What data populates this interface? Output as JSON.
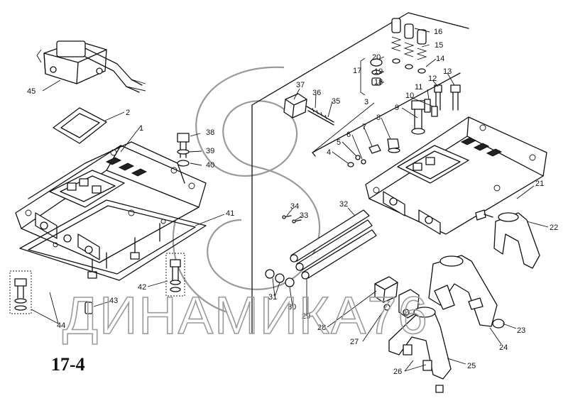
{
  "figure_label": "17-4",
  "watermark": "ДИНАМИКА76",
  "callouts": [
    "1",
    "2",
    "3",
    "4",
    "5",
    "6",
    "7",
    "8",
    "9",
    "10",
    "11",
    "12",
    "13",
    "14",
    "15",
    "16",
    "17",
    "18",
    "19",
    "20",
    "21",
    "22",
    "23",
    "24",
    "25",
    "26",
    "27",
    "28",
    "29",
    "30",
    "31",
    "32",
    "33",
    "34",
    "35",
    "36",
    "37",
    "38",
    "39",
    "40",
    "41",
    "42",
    "43",
    "44",
    "45"
  ]
}
